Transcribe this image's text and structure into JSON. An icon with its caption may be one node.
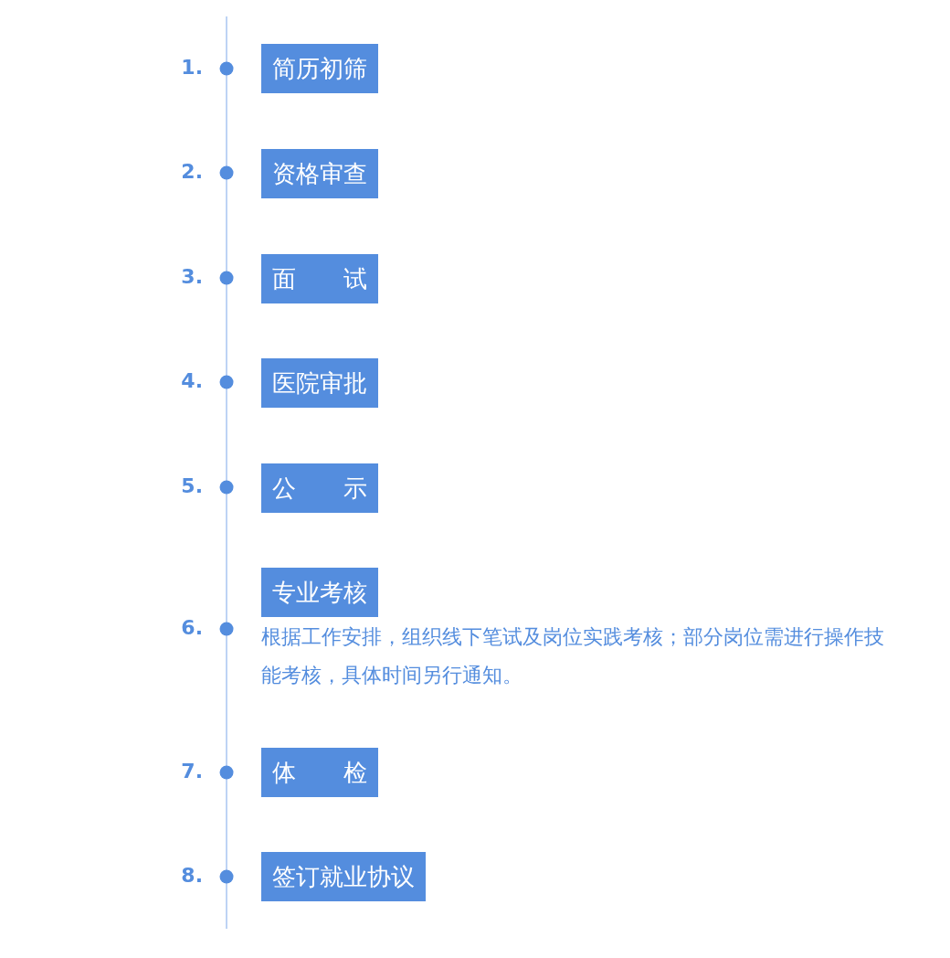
{
  "diagram": {
    "nodes": [
      {
        "text": [
          "简历初筛"
        ],
        "beside": [
          "1."
        ]
      },
      {
        "text": [
          "资格审查"
        ],
        "beside": [
          "2."
        ]
      },
      {
        "text": [
          "面　　试"
        ],
        "beside": [
          "3."
        ]
      },
      {
        "text": [
          "医院审批"
        ],
        "beside": [
          "4."
        ]
      },
      {
        "text": [
          "公　　示"
        ],
        "beside": [
          "5."
        ]
      },
      {
        "text": [
          "专业考核"
        ],
        "beside": [
          "6.",
          "根据工作安排，组织线下笔试及岗位实践考核；部分岗位需进行操作技能考核，具体时间另行通知。"
        ]
      },
      {
        "text": [
          "体　　检"
        ],
        "beside": [
          "7."
        ]
      },
      {
        "text": [
          "签订就业协议"
        ],
        "beside": [
          "8."
        ]
      }
    ]
  }
}
